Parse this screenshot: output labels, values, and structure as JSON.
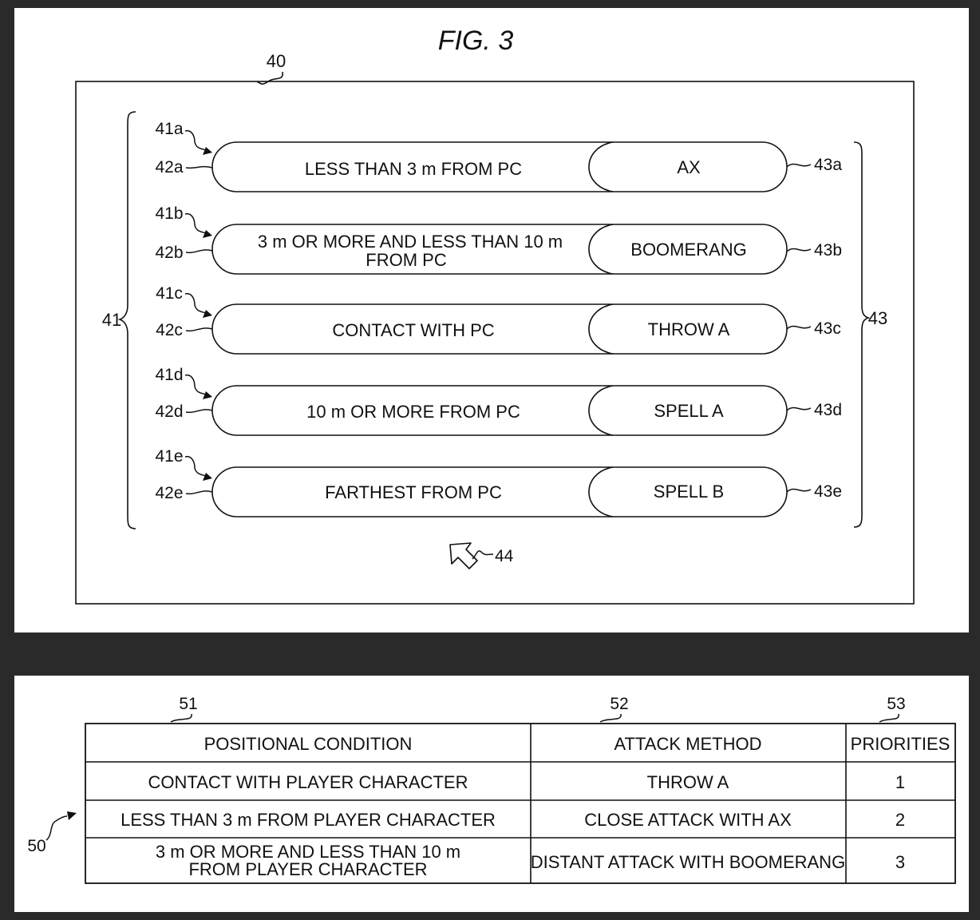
{
  "figure": {
    "title": "FIG. 3",
    "screen_ref": "40",
    "conditions_ref": "41",
    "methods_ref": "43",
    "cursor_ref": "44",
    "rows": [
      {
        "row_ref": "41a",
        "cond_ref": "42a",
        "condition": [
          "LESS THAN 3 m FROM PC"
        ],
        "method": "AX",
        "method_ref": "43a"
      },
      {
        "row_ref": "41b",
        "cond_ref": "42b",
        "condition": [
          "3 m  OR MORE AND LESS THAN 10 m",
          "FROM PC"
        ],
        "method": "BOOMERANG",
        "method_ref": "43b"
      },
      {
        "row_ref": "41c",
        "cond_ref": "42c",
        "condition": [
          "CONTACT WITH PC"
        ],
        "method": "THROW A",
        "method_ref": "43c"
      },
      {
        "row_ref": "41d",
        "cond_ref": "42d",
        "condition": [
          "10 m OR MORE  FROM PC"
        ],
        "method": "SPELL A",
        "method_ref": "43d"
      },
      {
        "row_ref": "41e",
        "cond_ref": "42e",
        "condition": [
          "FARTHEST FROM PC"
        ],
        "method": "SPELL B",
        "method_ref": "43e"
      }
    ]
  },
  "table": {
    "table_ref": "50",
    "col_refs": [
      "51",
      "52",
      "53"
    ],
    "headers": [
      "POSITIONAL CONDITION",
      "ATTACK METHOD",
      "PRIORITIES"
    ],
    "rows": [
      {
        "condition": [
          "CONTACT WITH PLAYER CHARACTER"
        ],
        "method": "THROW A",
        "priority": "1"
      },
      {
        "condition": [
          "LESS THAN 3 m FROM PLAYER CHARACTER"
        ],
        "method": "CLOSE ATTACK WITH AX",
        "priority": "2"
      },
      {
        "condition": [
          "3 m  OR MORE AND LESS THAN 10 m",
          "FROM PLAYER CHARACTER"
        ],
        "method": "DISTANT ATTACK WITH BOOMERANG",
        "priority": "3"
      }
    ]
  }
}
